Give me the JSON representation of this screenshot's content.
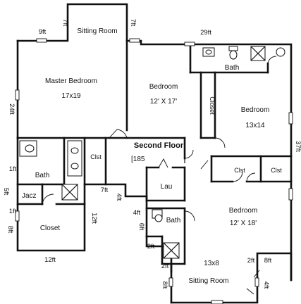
{
  "plan": {
    "title": "Second Floor",
    "area": "[185",
    "rooms": {
      "sitting_room_top": "Sitting Room",
      "master_bedroom": "Master Bedroom",
      "master_bedroom_size": "17x19",
      "bedroom_center": "Bedroom",
      "bedroom_center_size": "12' X 17'",
      "closet_vertical": "Closet",
      "bedroom_right": "Bedroom",
      "bedroom_right_size": "13x14",
      "bath_top_right": "Bath",
      "bath_left": "Bath",
      "clst_left": "Clst",
      "clst_mid": "Clst",
      "clst_right": "Clst",
      "jacz": "Jacz",
      "closet_bottom_left": "Closet",
      "laundry": "Lau",
      "bath_bottom": "Bath",
      "bedroom_bottom": "Bedroom",
      "bedroom_bottom_size": "12' X 18'",
      "sitting_size": "13x8",
      "sitting_room_bottom": "Sitting Room"
    },
    "dimensions": {
      "d_9ft": "9ft",
      "d_7ft_top_left": "7ft",
      "d_7ft_top_right": "7ft",
      "d_29ft": "29ft",
      "d_24ft": "24ft",
      "d_37ft": "37ft",
      "d_1ft_a": "1ft",
      "d_5ft": "5ft",
      "d_1ft_b": "1ft",
      "d_8ft_left": "8ft",
      "d_12ft_bottom": "12ft",
      "d_12ft_vert": "12ft",
      "d_7ft_mid": "7ft",
      "d_4ft_mid": "4ft",
      "d_4ft_bath": "4ft",
      "d_6ft": "6ft",
      "d_2ft_a": "2ft",
      "d_2ft_b": "2ft",
      "d_2ft_c": "2ft",
      "d_8ft_right": "8ft",
      "d_8ft_bottom": "8ft",
      "d_4ft_bottom": "4ft"
    }
  }
}
